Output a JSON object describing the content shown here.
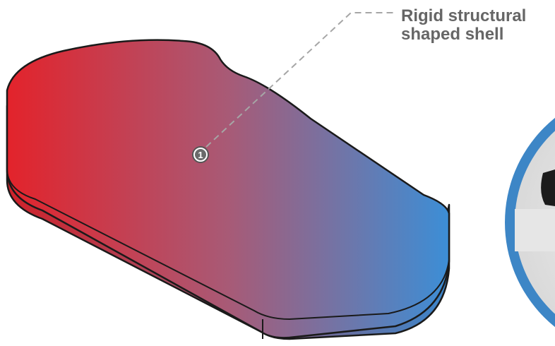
{
  "callout": {
    "number": "1",
    "label_line1": "Rigid structural",
    "label_line2": "shaped shell"
  },
  "colors": {
    "gradient_start": "#e3232b",
    "gradient_mid": "#a85a76",
    "gradient_end": "#3c8ed6",
    "outline": "#1a1a1a",
    "callout_line": "#a6a6a6",
    "label_text": "#666666",
    "inset_ring": "#3d86c6"
  }
}
